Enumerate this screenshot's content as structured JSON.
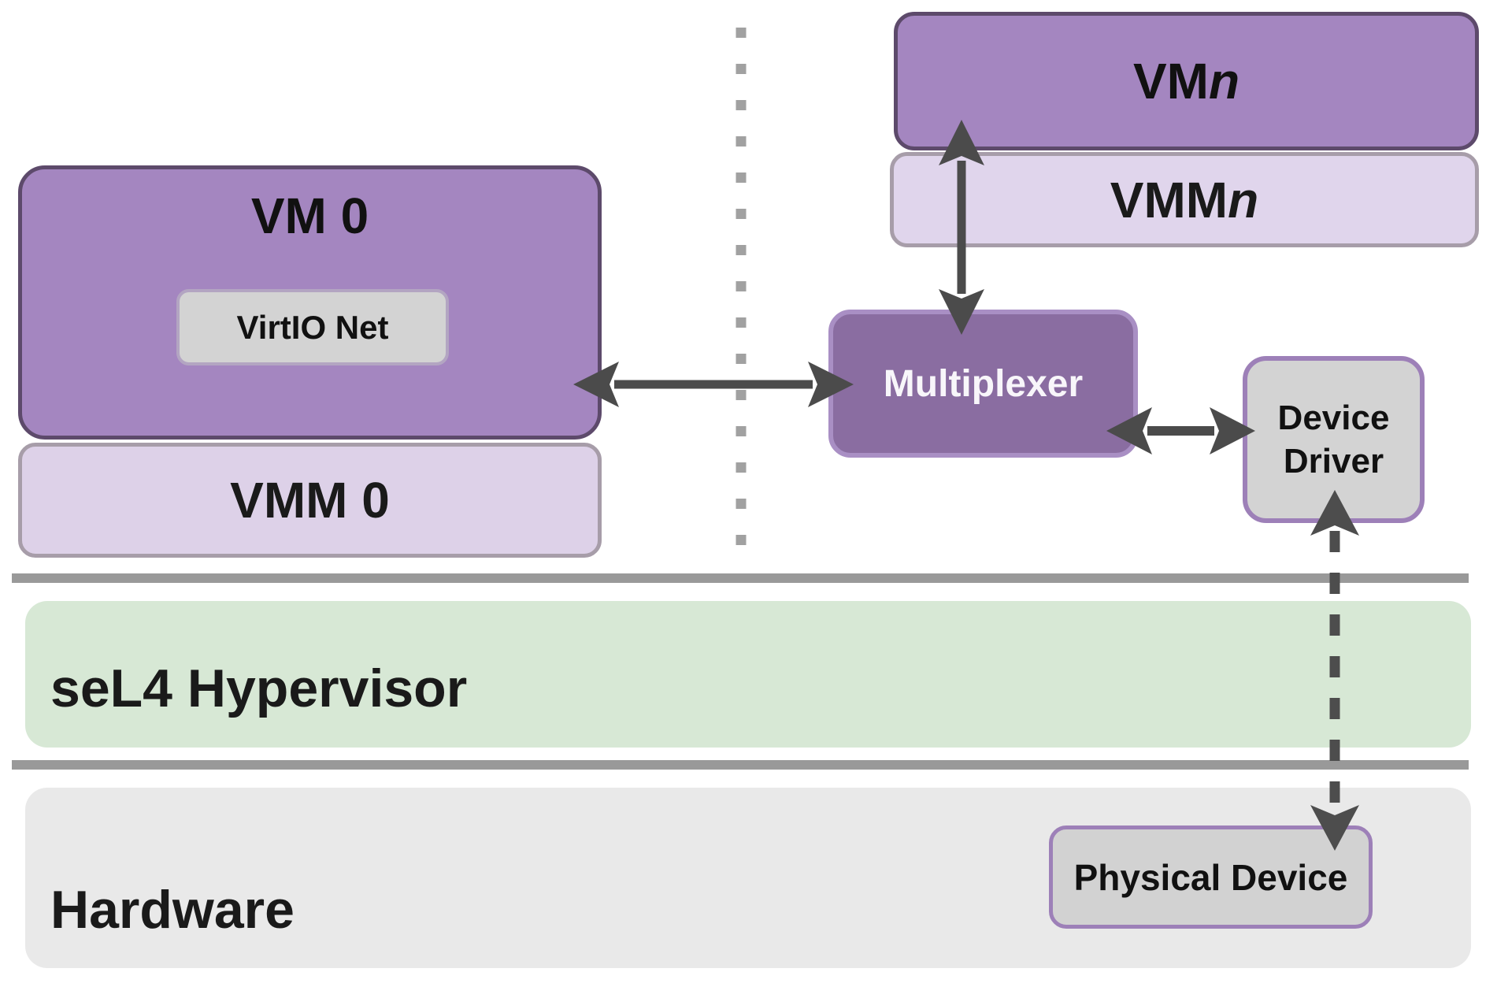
{
  "boxes": {
    "vm0": {
      "label": "VM 0"
    },
    "virtio_net": {
      "label": "VirtIO Net"
    },
    "vmm0": {
      "label": "VMM 0"
    },
    "vmn": {
      "label_prefix": "VM",
      "label_suffix_italic": "n"
    },
    "vmmn": {
      "label_prefix": "VMM",
      "label_suffix_italic": "n"
    },
    "multiplexer": {
      "label": "Multiplexer"
    },
    "device_driver": {
      "label_line1": "Device",
      "label_line2": "Driver"
    },
    "sel4_hypervisor": {
      "label": "seL4 Hypervisor"
    },
    "hardware": {
      "label": "Hardware"
    },
    "physical_device": {
      "label": "Physical Device"
    }
  },
  "colors": {
    "vm_fill": "#a486c0",
    "vm_border": "#5d4a6b",
    "vmm_fill": "#ddd1e8",
    "vmm_border": "#a79da9",
    "multiplexer_fill": "#8a6da1",
    "multiplexer_border": "#a98fc4",
    "gray_box_fill": "#d3d3d3",
    "purple_box_border": "#9d80b8",
    "hypervisor_band_fill": "#d7e8d5",
    "hardware_band_fill": "#e9e9e9",
    "separator": "#999999",
    "arrow": "#4b4b4b",
    "dotted_divider": "#a1a1a1",
    "multiplexer_text": "#f8f6fa",
    "text": "#111111"
  }
}
